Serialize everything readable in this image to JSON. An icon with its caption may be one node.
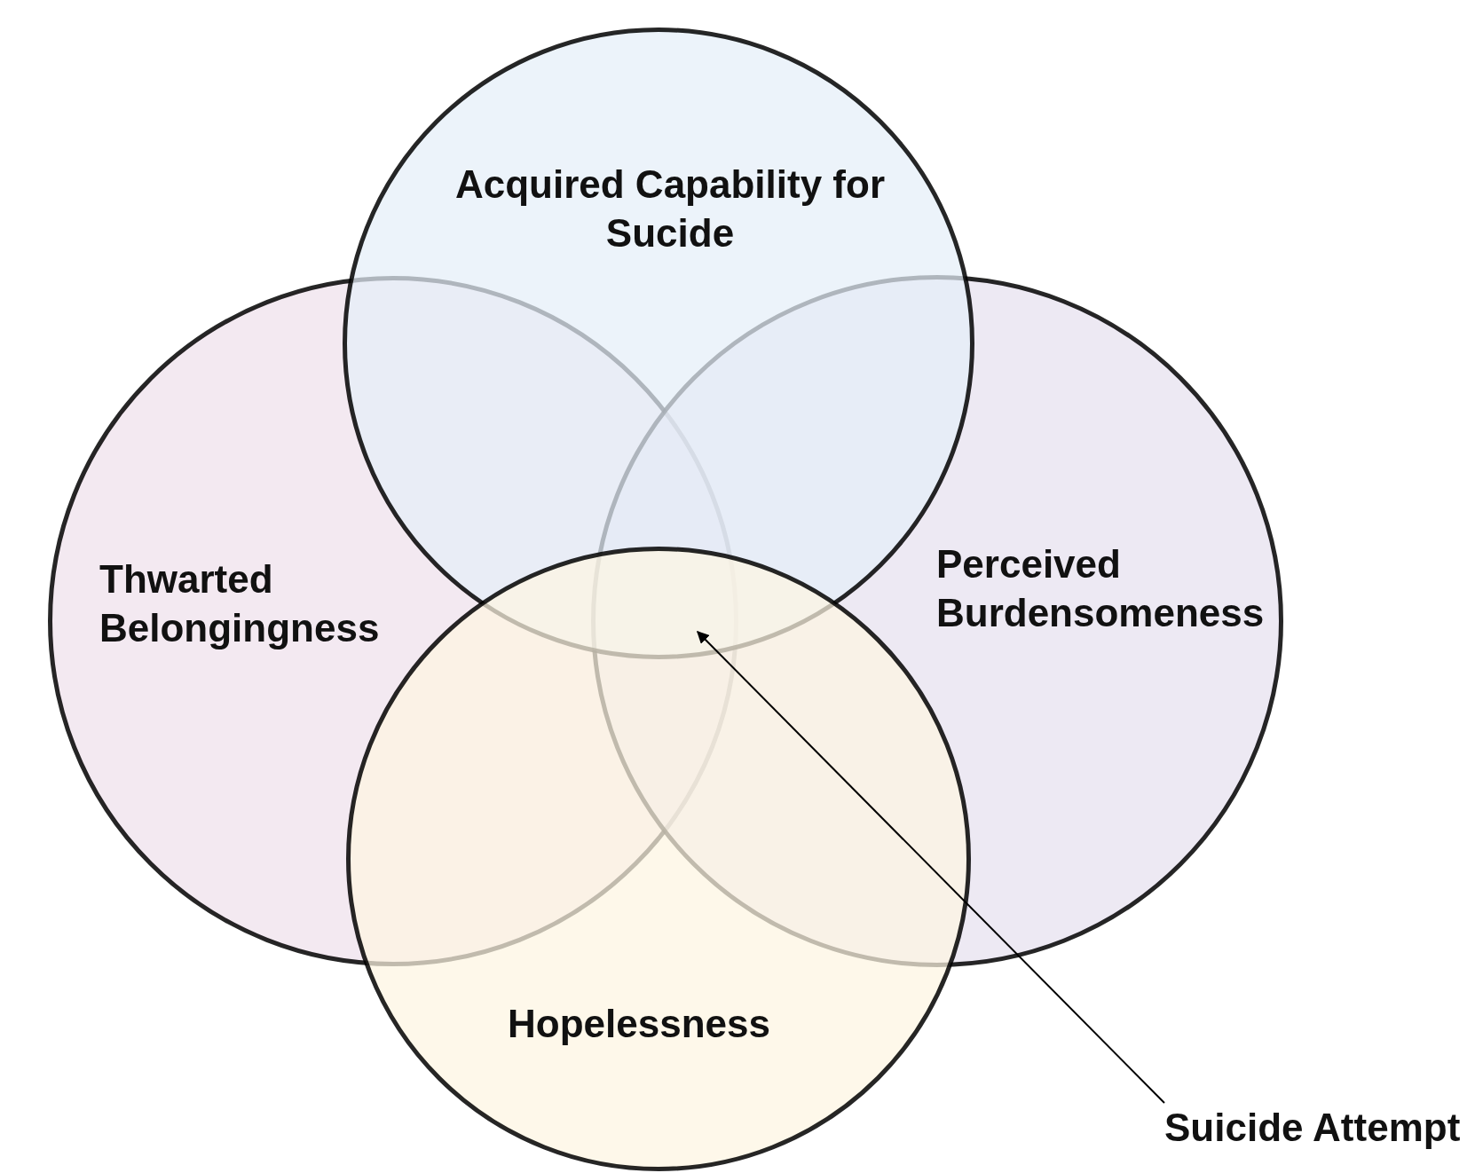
{
  "diagram": {
    "nodes": [
      {
        "text": [
          "Thwarted Belongingness"
        ]
      },
      {
        "text": [
          "Perceived Burdensomeness"
        ]
      },
      {
        "text": [
          "Acquired Capability for Sucide"
        ]
      },
      {
        "text": [
          "Hopelessness"
        ]
      },
      {
        "text": [
          "Suicide Attempt"
        ]
      }
    ],
    "edges": [
      {
        "from": 4,
        "to": 3,
        "arrow": "to"
      }
    ]
  }
}
